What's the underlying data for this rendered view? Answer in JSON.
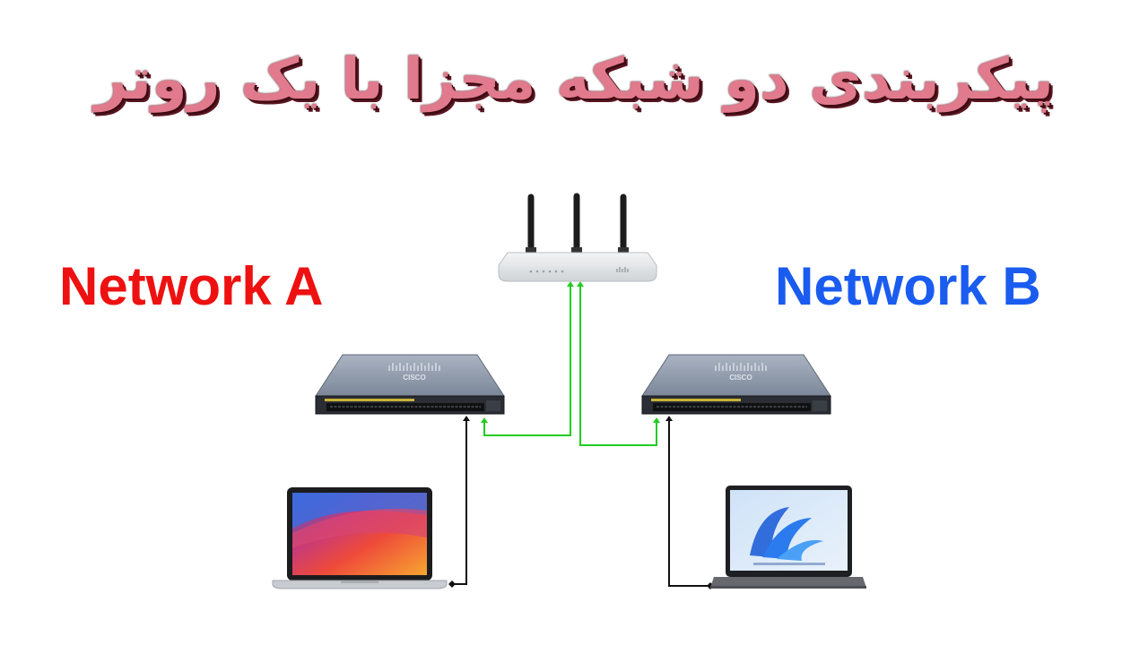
{
  "title": "پیکربندی دو شبکه مجزا با یک روتر",
  "networks": {
    "a": {
      "label": "Network A",
      "color": "#ee1111"
    },
    "b": {
      "label": "Network B",
      "color": "#1a5cf0"
    }
  },
  "devices": {
    "router": {
      "icon": "router-icon"
    },
    "switch_a": {
      "icon": "switch-icon",
      "brand": "CISCO"
    },
    "switch_b": {
      "icon": "switch-icon",
      "brand": "CISCO"
    },
    "laptop_a": {
      "icon": "laptop-icon"
    },
    "laptop_b": {
      "icon": "laptop-icon"
    }
  },
  "links": {
    "uplink_color": "#22cc22",
    "access_color": "#111111"
  }
}
